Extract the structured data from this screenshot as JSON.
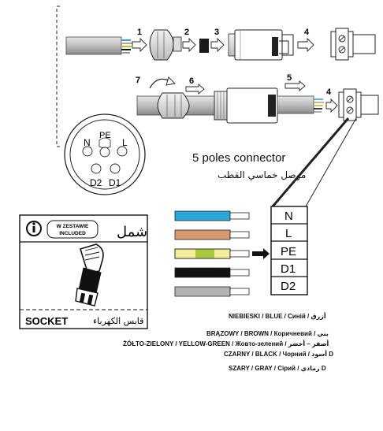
{
  "steps": [
    "1",
    "2",
    "3",
    "4",
    "7",
    "6",
    "5",
    "4"
  ],
  "pinout": [
    "PE",
    "N",
    "L",
    "D2",
    "D1"
  ],
  "connector": {
    "title": "5 poles connector",
    "title_arabic": "موصل خماسي القطب"
  },
  "terminals": [
    "N",
    "L",
    "PE",
    "D1",
    "D2"
  ],
  "box": {
    "badge_line1": "W ZESTAWIE",
    "badge_line2": "INCLUDED",
    "arabic_included": "شمل",
    "socket_label": "SOCKET",
    "socket_arabic": "قابس الكهرباء"
  },
  "wire_colors": {
    "blue": "#2aa7d8",
    "brown": "#d59a70",
    "yellow": "#f4ee9c",
    "green": "#a6c83a",
    "black": "#111111",
    "gray": "#b3b3b3"
  },
  "legend": [
    "NIEBIESKI / BLUE / Синій / أزرق",
    "BRĄZOWY / BROWN / Коричневий / بني",
    "ŻÓŁTO-ZIELONY / YELLOW-GREEN / Жовто-зелений / أصفر – أخضر",
    "CZARNY / BLACK / Чорний / أسود D",
    "SZARY / GRAY / Сірий / رمادي D"
  ]
}
